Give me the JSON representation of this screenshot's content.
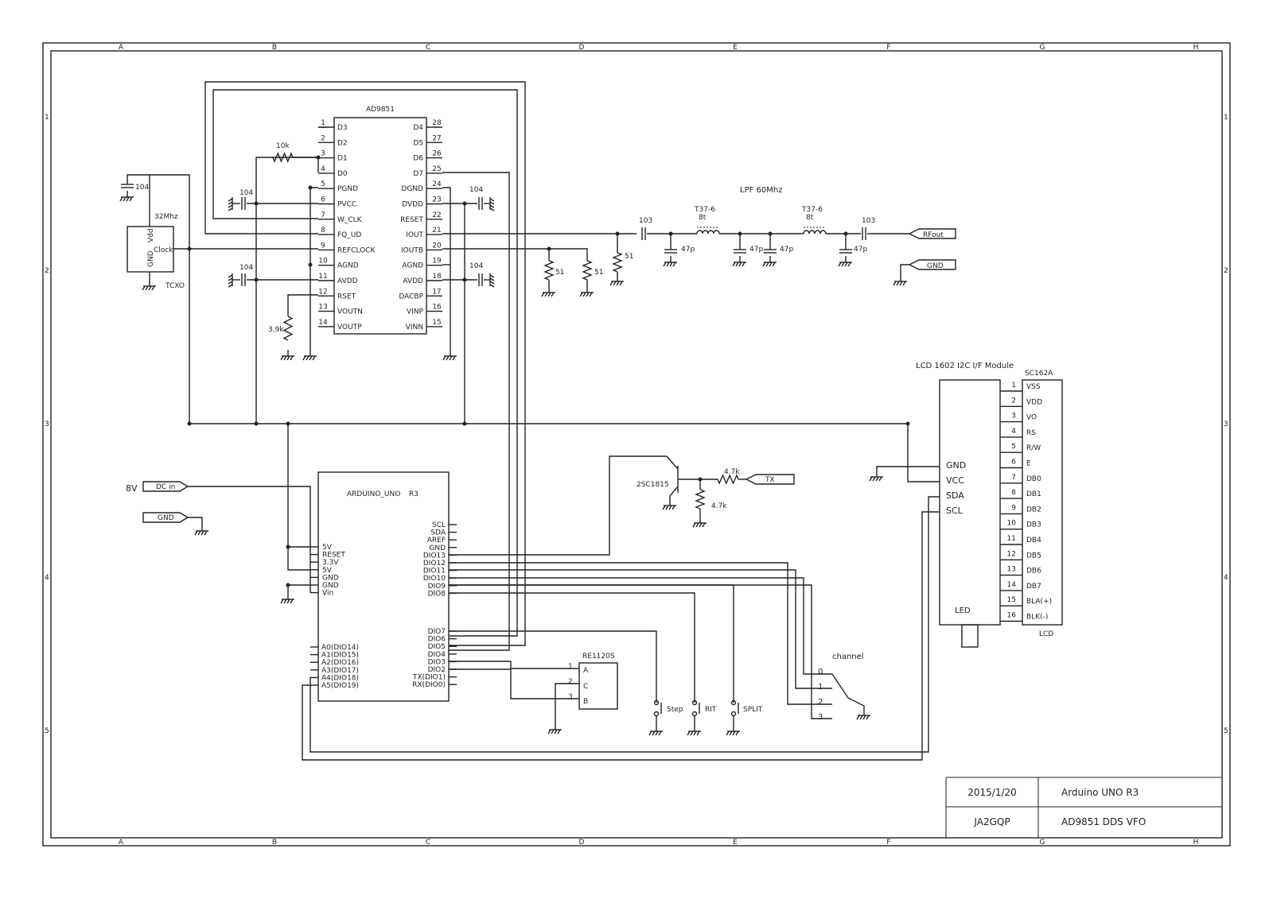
{
  "grid": {
    "cols": [
      "A",
      "B",
      "C",
      "D",
      "E",
      "F",
      "G",
      "H"
    ],
    "rows": [
      "1",
      "2",
      "3",
      "4",
      "5"
    ]
  },
  "ad9851": {
    "title": "AD9851",
    "left_pins": [
      {
        "num": "1",
        "name": "D3"
      },
      {
        "num": "2",
        "name": "D2"
      },
      {
        "num": "3",
        "name": "D1"
      },
      {
        "num": "4",
        "name": "D0"
      },
      {
        "num": "5",
        "name": "PGND"
      },
      {
        "num": "6",
        "name": "PVCC"
      },
      {
        "num": "7",
        "name": "W_CLK"
      },
      {
        "num": "8",
        "name": "FQ_UD"
      },
      {
        "num": "9",
        "name": "REFCLOCK"
      },
      {
        "num": "10",
        "name": "AGND"
      },
      {
        "num": "11",
        "name": "AVDD"
      },
      {
        "num": "12",
        "name": "RSET"
      },
      {
        "num": "13",
        "name": "VOUTN"
      },
      {
        "num": "14",
        "name": "VOUTP"
      }
    ],
    "right_pins": [
      {
        "num": "28",
        "name": "D4"
      },
      {
        "num": "27",
        "name": "D5"
      },
      {
        "num": "26",
        "name": "D6"
      },
      {
        "num": "25",
        "name": "D7"
      },
      {
        "num": "24",
        "name": "DGND"
      },
      {
        "num": "23",
        "name": "DVDD"
      },
      {
        "num": "22",
        "name": "RESET"
      },
      {
        "num": "21",
        "name": "IOUT"
      },
      {
        "num": "20",
        "name": "IOUTB"
      },
      {
        "num": "19",
        "name": "AGND"
      },
      {
        "num": "18",
        "name": "AVDD"
      },
      {
        "num": "17",
        "name": "DACBP"
      },
      {
        "num": "16",
        "name": "VINP"
      },
      {
        "num": "15",
        "name": "VINN"
      }
    ]
  },
  "tcxo": {
    "label": "TCXO",
    "freq": "32Mhz",
    "vdd": "Vdd",
    "gnd": "GND",
    "clock": "Clock"
  },
  "cap_104": "104",
  "cap_103": "103",
  "cap_47p": "47p",
  "res_10k": "10k",
  "res_3_9k": "3.9k",
  "res_51": "51",
  "res_4_7k": "4.7k",
  "lpf": {
    "title": "LPF 60Mhz",
    "coil": "T37-6",
    "turns": "8t"
  },
  "rfout": "RFout",
  "gnd_label": "GND",
  "dc_in": "DC in",
  "v8": "8V",
  "tx": "TX",
  "transistor": "2SC1815",
  "arduino": {
    "title": "ARDUINO_UNO",
    "rev": "R3",
    "left_pins": [
      "5V",
      "RESET",
      "3.3V",
      "5V",
      "GND",
      "GND",
      "Vin"
    ],
    "analog_pins": [
      "A0(DIO14)",
      "A1(DIO15)",
      "A2(DIO16)",
      "A3(DIO17)",
      "A4(DIO18)",
      "A5(DIO19)"
    ],
    "right_top": [
      "SCL",
      "SDA",
      "AREF",
      "GND",
      "DIO13",
      "DIO12",
      "DIO11",
      "DIO10",
      "DIO9",
      "DIO8"
    ],
    "right_bottom": [
      "DIO7",
      "DIO6",
      "DIO5",
      "DIO4",
      "DIO3",
      "DIO2",
      "TX(DIO1)",
      "RX(DIO0)"
    ]
  },
  "encoder": {
    "title": "RE1120S",
    "pins": [
      "A",
      "C",
      "B"
    ],
    "nums": [
      "1",
      "2",
      "3"
    ]
  },
  "switches": [
    "Step",
    "RIT",
    "SPLIT"
  ],
  "channel": {
    "title": "channel",
    "positions": [
      "0",
      "1",
      "2",
      "3"
    ]
  },
  "lcd_module": {
    "title": "LCD 1602 I2C I/F Module",
    "pins": [
      "GND",
      "VCC",
      "SDA",
      "SCL"
    ],
    "led": "LED"
  },
  "lcd": {
    "title": "SC162A",
    "footer": "LCD",
    "pins": [
      {
        "num": "1",
        "name": "VSS"
      },
      {
        "num": "2",
        "name": "VDD"
      },
      {
        "num": "3",
        "name": "VO"
      },
      {
        "num": "4",
        "name": "RS"
      },
      {
        "num": "5",
        "name": "R/W"
      },
      {
        "num": "6",
        "name": "E"
      },
      {
        "num": "7",
        "name": "DB0"
      },
      {
        "num": "8",
        "name": "DB1"
      },
      {
        "num": "9",
        "name": "DB2"
      },
      {
        "num": "10",
        "name": "DB3"
      },
      {
        "num": "11",
        "name": "DB4"
      },
      {
        "num": "12",
        "name": "DB5"
      },
      {
        "num": "13",
        "name": "DB6"
      },
      {
        "num": "14",
        "name": "DB7"
      },
      {
        "num": "15",
        "name": "BLA(+)"
      },
      {
        "num": "16",
        "name": "BLK(-)"
      }
    ]
  },
  "title_block": {
    "date": "2015/1/20",
    "author": "JA2GQP",
    "board": "Arduino UNO R3",
    "project": "AD9851 DDS VFO"
  }
}
